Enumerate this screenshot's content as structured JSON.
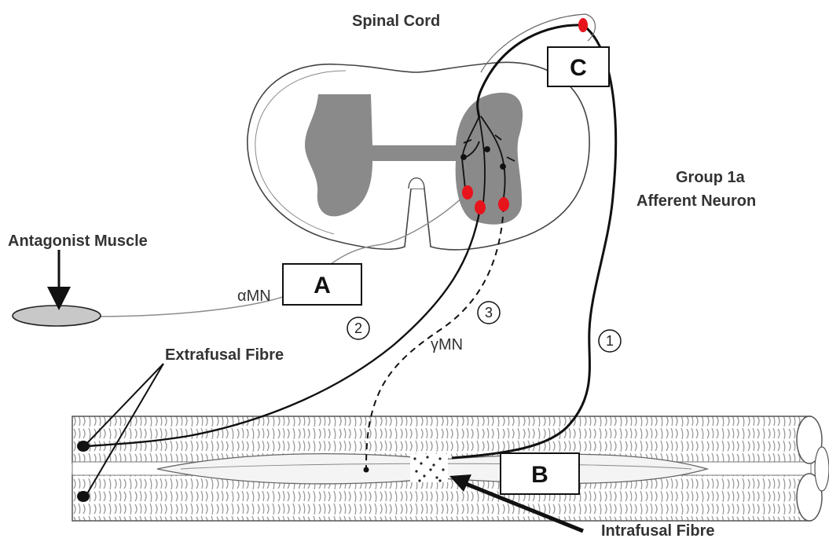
{
  "labels": {
    "spinal_cord": "Spinal Cord",
    "group_1a_line1": "Group 1a",
    "group_1a_line2": "Afferent Neuron",
    "antagonist_muscle": "Antagonist Muscle",
    "alpha_mn": "αMN",
    "gamma_mn": "γMN",
    "extrafusal_fibre": "Extrafusal Fibre",
    "intrafusal_fibre": "Intrafusal Fibre"
  },
  "boxes": {
    "a": "A",
    "b": "B",
    "c": "C"
  },
  "numbers": {
    "n1": "1",
    "n2": "2",
    "n3": "3"
  },
  "colors": {
    "grey_matter": "#8a8a8a",
    "synapse": "#e8141c",
    "muscle_fill": "#c8c8c8",
    "neuron_stroke": "#111111"
  }
}
